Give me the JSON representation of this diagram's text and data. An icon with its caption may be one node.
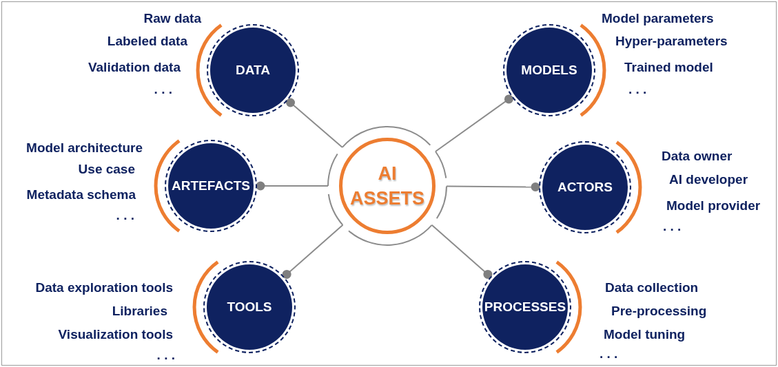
{
  "diagram": {
    "nodes": [
      {
        "text": [
          "AI ASSETS"
        ]
      },
      {
        "text": [
          "DATA"
        ],
        "beside": [
          "Raw data",
          "Labeled data",
          "Validation data",
          ". . ."
        ]
      },
      {
        "text": [
          "MODELS"
        ],
        "beside": [
          "Model parameters",
          "Hyper-parameters",
          "Trained model",
          ". . ."
        ]
      },
      {
        "text": [
          "ARTEFACTS"
        ],
        "beside": [
          "Model architecture",
          "Use case",
          "Metadata schema",
          ". . ."
        ]
      },
      {
        "text": [
          "ACTORS"
        ],
        "beside": [
          "Data owner",
          "AI developer",
          "Model provider",
          ". . ."
        ]
      },
      {
        "text": [
          "TOOLS"
        ],
        "beside": [
          "Data exploration tools",
          "Libraries",
          "Visualization tools",
          ". . ."
        ]
      },
      {
        "text": [
          "PROCESSES"
        ],
        "beside": [
          "Data collection",
          "Pre-processing",
          "Model tuning",
          ". . ."
        ]
      }
    ],
    "edges": [
      {
        "from": 0,
        "to": 1,
        "arrow": "other"
      },
      {
        "from": 0,
        "to": 2,
        "arrow": "other"
      },
      {
        "from": 0,
        "to": 3,
        "arrow": "other"
      },
      {
        "from": 0,
        "to": 4,
        "arrow": "other"
      },
      {
        "from": 0,
        "to": 5,
        "arrow": "other"
      },
      {
        "from": 0,
        "to": 6,
        "arrow": "other"
      }
    ]
  }
}
